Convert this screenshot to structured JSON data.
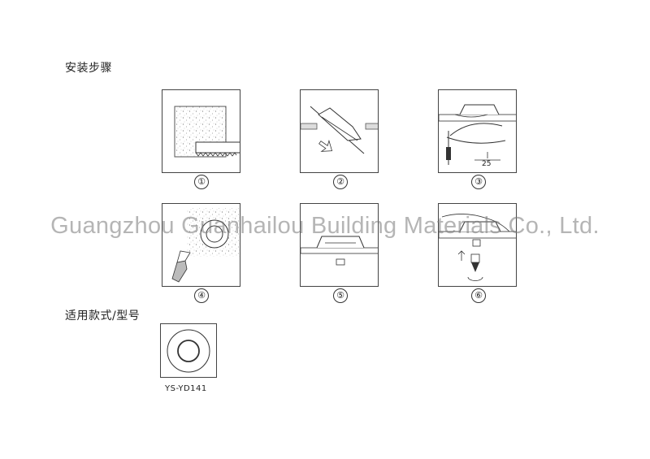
{
  "headings": {
    "install_steps": "安装步骤",
    "applicable_models": "适用款式/型号"
  },
  "steps": [
    "①",
    "②",
    "③",
    "④",
    "⑤",
    "⑥"
  ],
  "annotations": {
    "cut_depth": "25"
  },
  "model": {
    "code": "YS-YD141"
  },
  "watermark": "Guangzhou Guanhailou Building Materials Co., Ltd."
}
